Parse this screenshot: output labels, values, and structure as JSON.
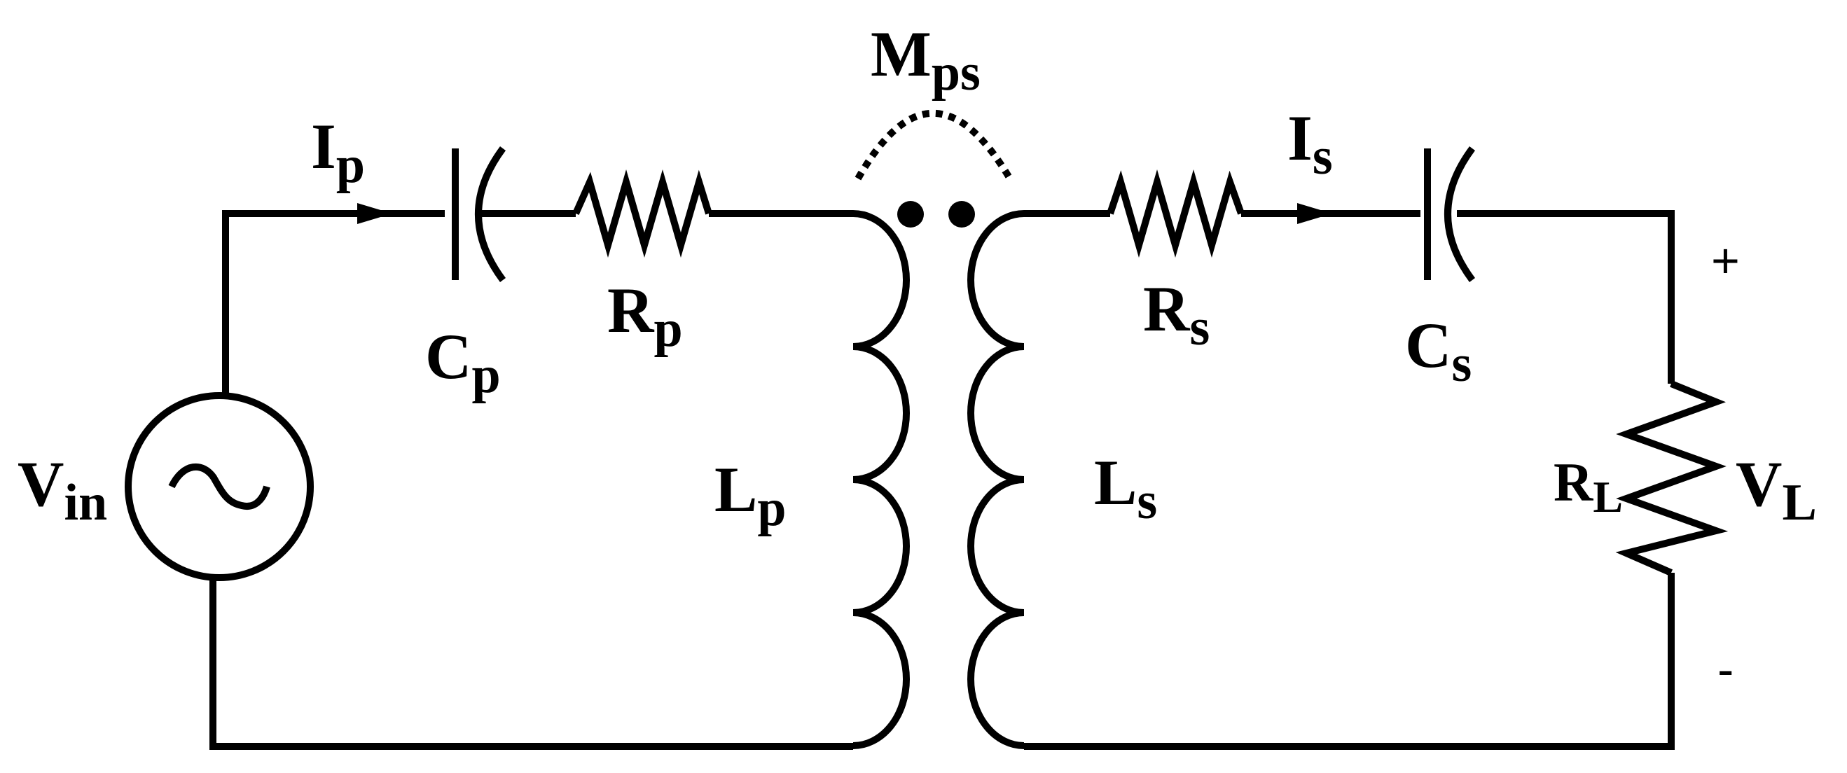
{
  "labels": {
    "ip": {
      "main": "I",
      "sub": "p"
    },
    "cp": {
      "main": "C",
      "sub": "p"
    },
    "rp": {
      "main": "R",
      "sub": "p"
    },
    "lp": {
      "main": "L",
      "sub": "p"
    },
    "vin": {
      "main": "V",
      "sub": "in"
    },
    "mps": {
      "main": "M",
      "sub": "ps"
    },
    "ls": {
      "main": "L",
      "sub": "s"
    },
    "rs": {
      "main": "R",
      "sub": "s"
    },
    "is": {
      "main": "I",
      "sub": "s"
    },
    "cs": {
      "main": "C",
      "sub": "s"
    },
    "rl": {
      "main": "R",
      "sub": "L"
    },
    "vl": {
      "main": "V",
      "sub": "L"
    },
    "plus": "+",
    "minus": "-"
  }
}
